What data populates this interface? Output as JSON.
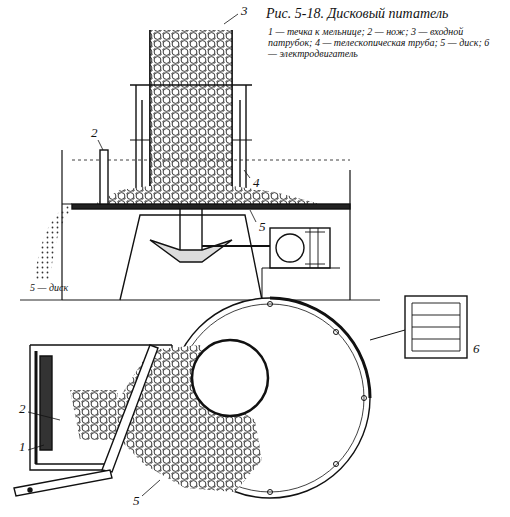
{
  "diagram": {
    "caption": "Рис. 5-18. Дисковый питатель",
    "labels": [
      "1 — течка к мельнице; 2 — нож; 3 — входной патрубок; 4 — телескопическая труба; 5 — диск; 6 — электродвигатель",
      "3",
      "2",
      "4",
      "5",
      "5 — диск",
      "2",
      "1",
      "5",
      "6"
    ]
  }
}
